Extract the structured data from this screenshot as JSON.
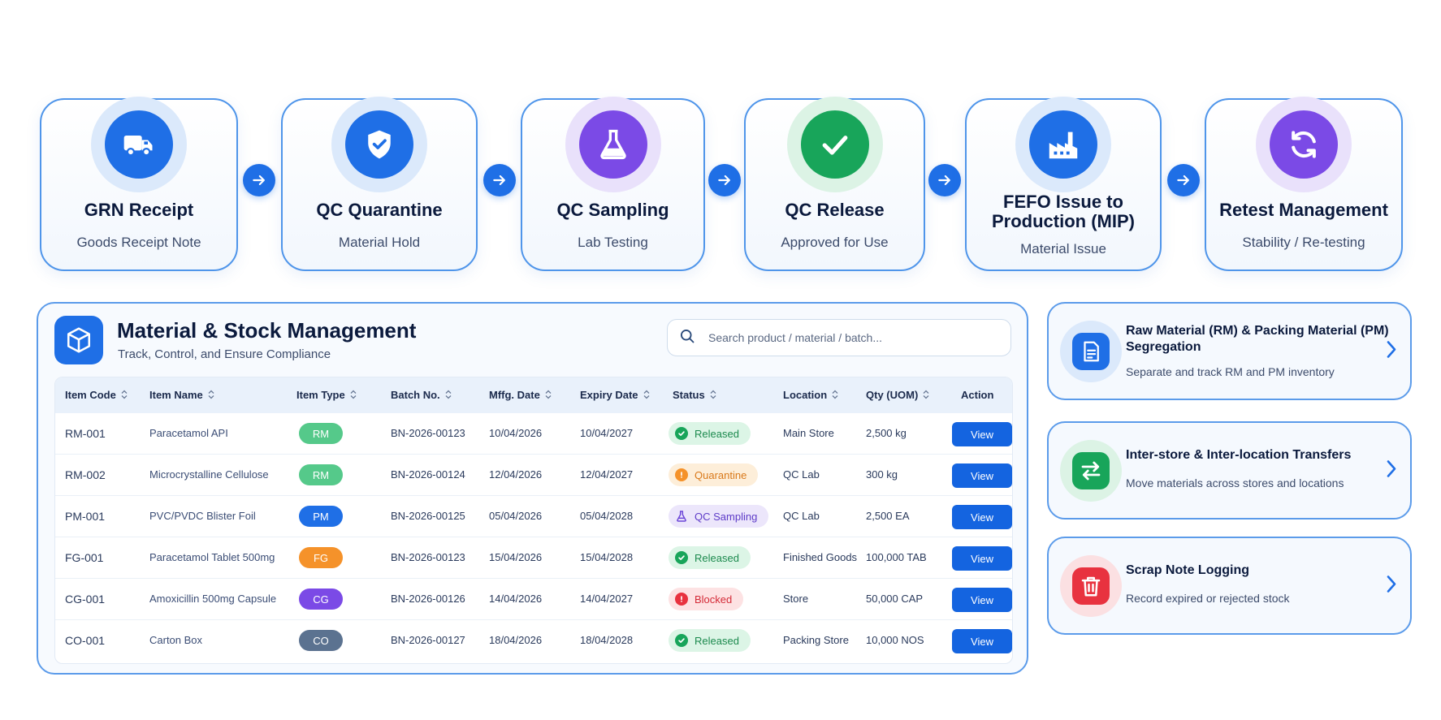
{
  "flow": [
    {
      "title": "GRN Receipt",
      "subtitle": "Goods Receipt Note",
      "icon": "truck-icon",
      "color": "#1f6fe6",
      "halo": "#dbe9fb"
    },
    {
      "title": "QC Quarantine",
      "subtitle": "Material Hold",
      "icon": "shield-check-icon",
      "color": "#1f6fe6",
      "halo": "#dbe9fb"
    },
    {
      "title": "QC Sampling",
      "subtitle": "Lab Testing",
      "icon": "flask-icon",
      "color": "#7b4ae6",
      "halo": "#e9e1fb"
    },
    {
      "title": "QC Release",
      "subtitle": "Approved for Use",
      "icon": "checkmark-icon",
      "color": "#18a55a",
      "halo": "#dcf3e5"
    },
    {
      "title": "FEFO Issue to\nProduction (MIP)",
      "subtitle": "Material Issue",
      "icon": "factory-icon",
      "color": "#1f6fe6",
      "halo": "#dbe9fb"
    },
    {
      "title": "Retest Management",
      "subtitle": "Stability / Re-testing",
      "icon": "refresh-icon",
      "color": "#7b4ae6",
      "halo": "#e9e1fb"
    }
  ],
  "panel": {
    "title": "Material & Stock Management",
    "subtitle": "Track, Control, and Ensure Compliance",
    "search_placeholder": "Search product / material / batch..."
  },
  "table": {
    "columns": [
      "Item Code",
      "Item Name",
      "Item Type",
      "Batch No.",
      "Mffg. Date",
      "Expiry Date",
      "Status",
      "Location",
      "Qty (UOM)",
      "Action"
    ],
    "rows": [
      {
        "code": "RM-001",
        "name": "Paracetamol API",
        "type": "RM",
        "type_color": "#55c98a",
        "batch": "BN-2026-00123",
        "mfg": "10/04/2026",
        "exp": "10/04/2027",
        "status": "Released",
        "status_kind": "released",
        "location": "Main Store",
        "qty": "2,500 kg",
        "action": "View"
      },
      {
        "code": "RM-002",
        "name": "Microcrystalline Cellulose",
        "type": "RM",
        "type_color": "#55c98a",
        "batch": "BN-2026-00124",
        "mfg": "12/04/2026",
        "exp": "12/04/2027",
        "status": "Quarantine",
        "status_kind": "quarantine",
        "location": "QC Lab",
        "qty": "300 kg",
        "action": "View"
      },
      {
        "code": "PM-001",
        "name": "PVC/PVDC Blister Foil",
        "type": "PM",
        "type_color": "#1f6fe6",
        "batch": "BN-2026-00125",
        "mfg": "05/04/2026",
        "exp": "05/04/2028",
        "status": "QC Sampling",
        "status_kind": "sampling",
        "location": "QC Lab",
        "qty": "2,500 EA",
        "action": "View"
      },
      {
        "code": "FG-001",
        "name": "Paracetamol Tablet 500mg",
        "type": "FG",
        "type_color": "#f5922a",
        "batch": "BN-2026-00123",
        "mfg": "15/04/2026",
        "exp": "15/04/2028",
        "status": "Released",
        "status_kind": "released",
        "location": "Finished Goods",
        "qty": "100,000 TAB",
        "action": "View"
      },
      {
        "code": "CG-001",
        "name": "Amoxicillin 500mg Capsule",
        "type": "CG",
        "type_color": "#7b4ae6",
        "batch": "BN-2026-00126",
        "mfg": "14/04/2026",
        "exp": "14/04/2027",
        "status": "Blocked",
        "status_kind": "blocked",
        "location": "Store",
        "qty": "50,000 CAP",
        "action": "View"
      },
      {
        "code": "CO-001",
        "name": "Carton Box",
        "type": "CO",
        "type_color": "#5b7290",
        "batch": "BN-2026-00127",
        "mfg": "18/04/2026",
        "exp": "18/04/2028",
        "status": "Released",
        "status_kind": "released",
        "location": "Packing Store",
        "qty": "10,000 NOS",
        "action": "View"
      }
    ]
  },
  "cards": [
    {
      "title": "Raw Material (RM) & Packing Material (PM)\nSegregation",
      "subtitle": "Separate and track RM and PM inventory",
      "icon": "document-list-icon",
      "color": "#1f6fe6",
      "ring": "#dbe9fb"
    },
    {
      "title": "Inter-store & Inter-location Transfers",
      "subtitle": "Move materials across stores and locations",
      "icon": "transfer-arrows-icon",
      "color": "#18a55a",
      "ring": "#dcf3e5"
    },
    {
      "title": "Scrap Note Logging",
      "subtitle": "Record expired or rejected stock",
      "icon": "trash-icon",
      "color": "#e8323f",
      "ring": "#fbe0e2"
    }
  ]
}
